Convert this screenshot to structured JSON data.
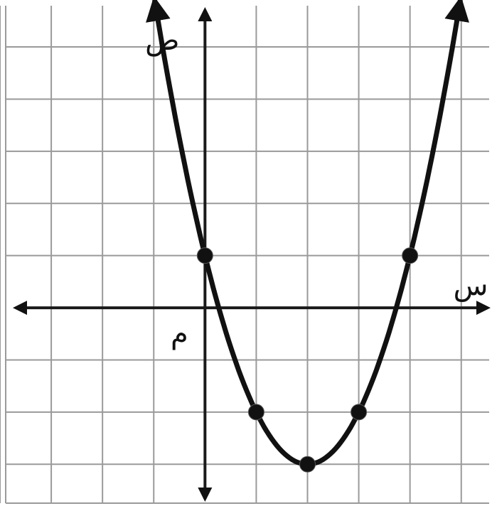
{
  "chart_data": {
    "type": "line",
    "title": "",
    "xlabel": "س",
    "ylabel": "ص",
    "origin_label": "م",
    "xlim": [
      -4,
      5.6
    ],
    "ylim": [
      -3.8,
      5.9
    ],
    "grid": true,
    "series": [
      {
        "function": {
          "a": 1,
          "b": -4,
          "c": 1
        },
        "domain": [
          -0.98,
          4.98
        ],
        "points": [
          {
            "x": 0,
            "y": 1
          },
          {
            "x": 1,
            "y": -2
          },
          {
            "x": 2,
            "y": -3
          },
          {
            "x": 3,
            "y": -2
          },
          {
            "x": 4,
            "y": 1
          }
        ]
      }
    ]
  }
}
